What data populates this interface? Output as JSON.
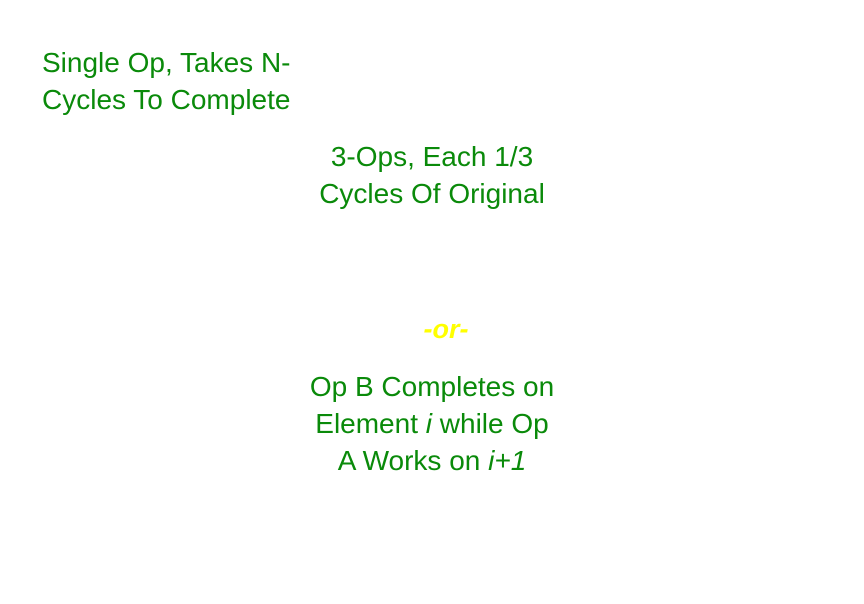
{
  "single_op": {
    "line1": "Single Op, Takes N-",
    "line2": "Cycles To Complete"
  },
  "three_ops": {
    "line1": "3-Ops, Each 1/3",
    "line2": "Cycles Of Original"
  },
  "or_label": "-or-",
  "op_b": {
    "line1": "Op B Completes on",
    "line2_pre": "Element ",
    "line2_var": "i",
    "line2_post": " while Op",
    "line3_pre": "A Works on ",
    "line3_var": "i+1"
  },
  "colors": {
    "text_green": "#0a8a0a",
    "or_yellow": "#ffff00",
    "background": "#ffffff"
  }
}
